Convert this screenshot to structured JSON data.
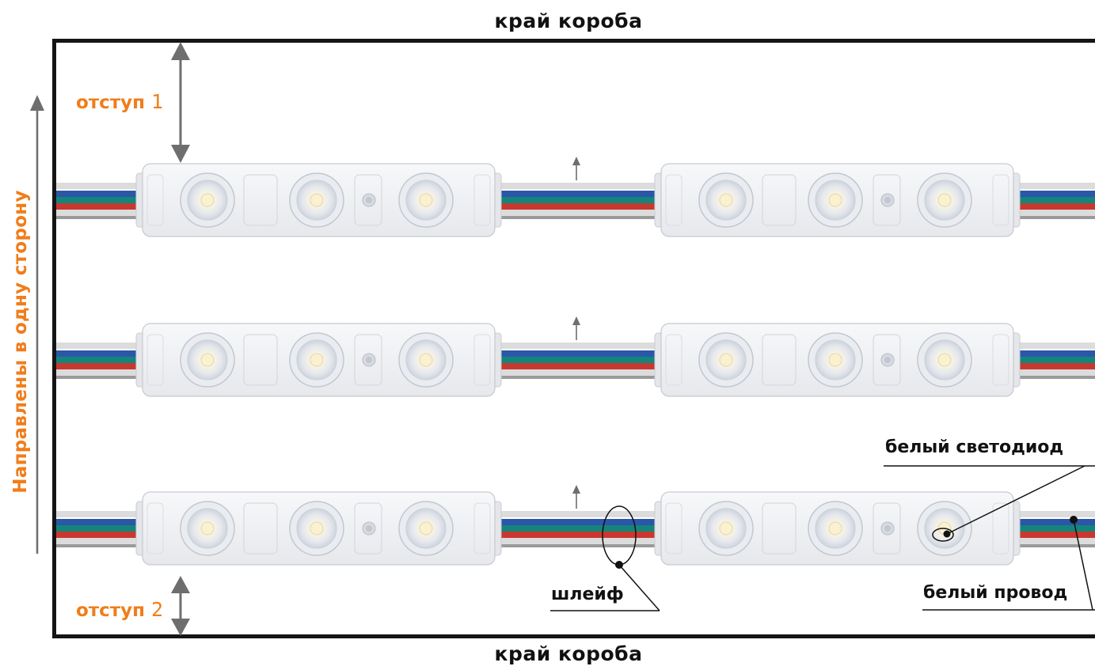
{
  "labels": {
    "top_edge": "край короба",
    "bottom_edge": "край короба",
    "direction": "Направлены в одну сторону",
    "offset1_word": "отступ",
    "offset1_num": "1",
    "offset2_word": "отступ",
    "offset2_num": "2",
    "white_led": "белый светодиод",
    "white_wire": "белый провод",
    "ribbon": "шлейф"
  },
  "colors": {
    "accent": "#f07d1a",
    "frame": "#151515",
    "arrow": "#6e6e6e",
    "wire_blue": "#2b57a8",
    "wire_green": "#13857b",
    "wire_red": "#c8382f",
    "wire_white": "#dcdcdc",
    "module_body": "#f1f2f5"
  },
  "modules": {
    "rows": 3,
    "per_row": 2,
    "leds_per_module": 3
  }
}
